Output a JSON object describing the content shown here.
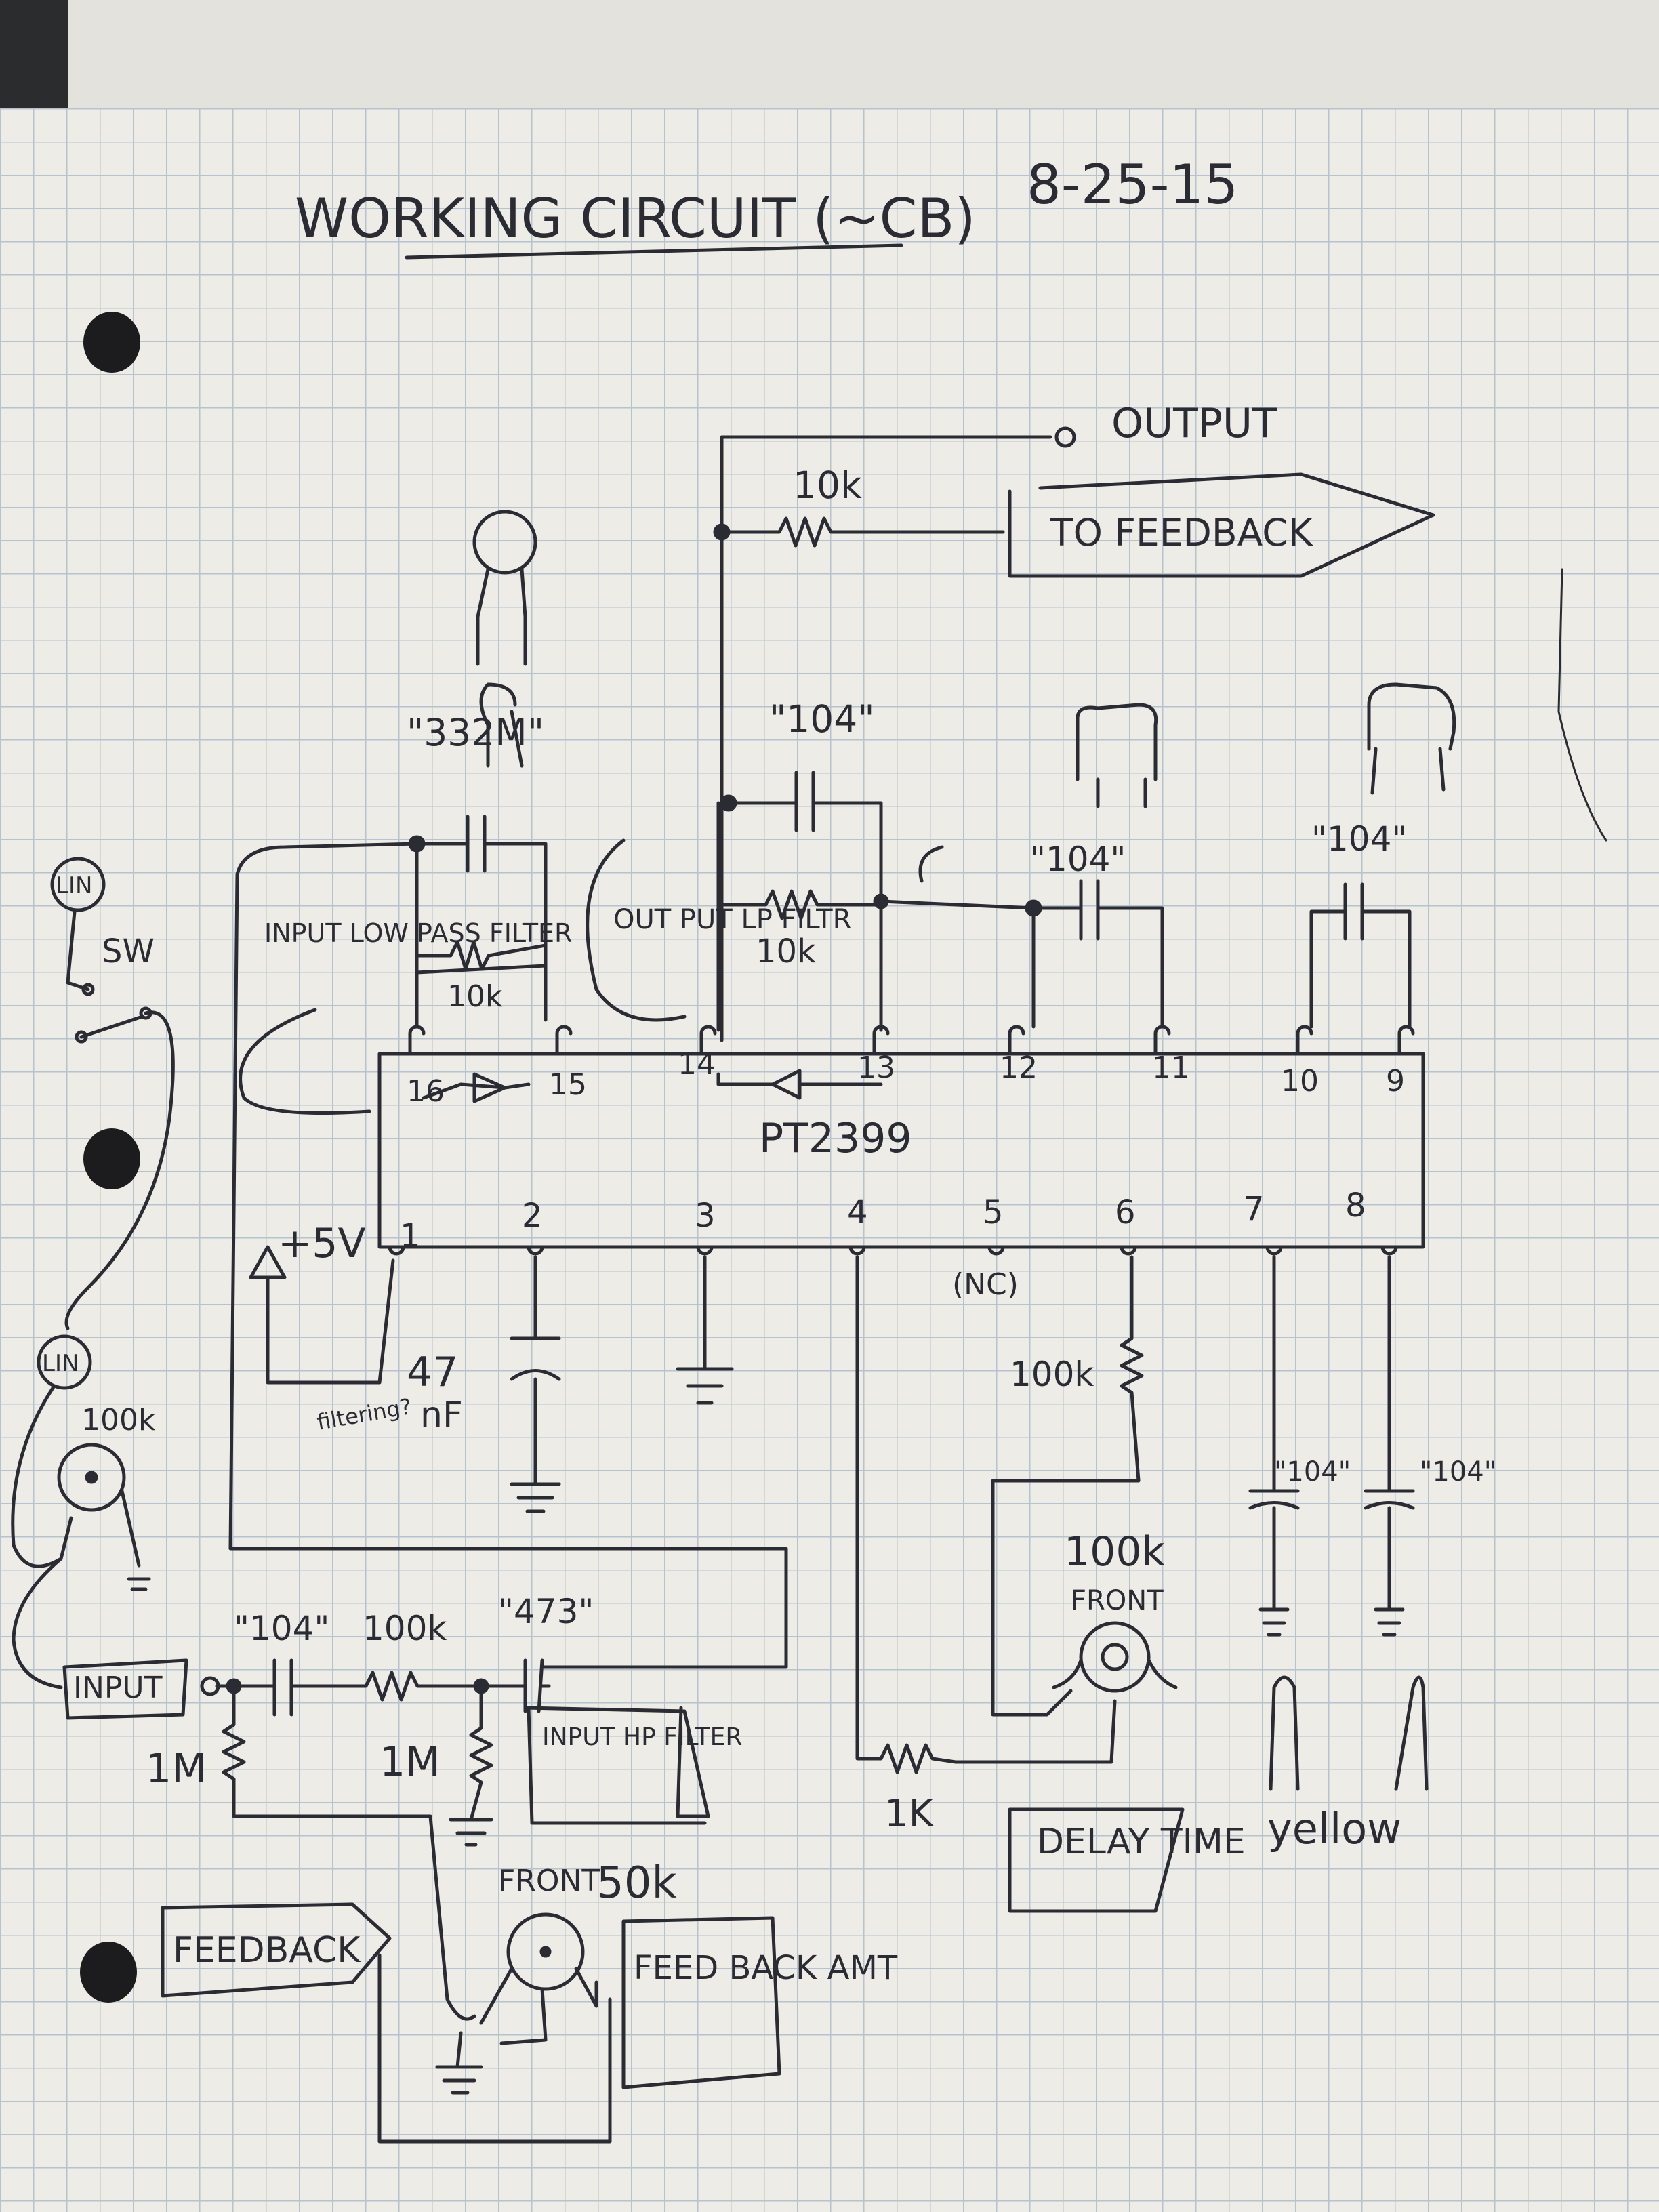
{
  "title": "WORKING CIRCUIT (~CB)",
  "date": "8-25-15",
  "ic": {
    "name": "PT2399",
    "top_pins": [
      "16",
      "15",
      "14",
      "13",
      "12",
      "11",
      "10",
      "9"
    ],
    "bottom_pins": [
      "1",
      "2",
      "3",
      "4",
      "5",
      "6",
      "7",
      "8"
    ],
    "pin5_note": "(NC)"
  },
  "labels": {
    "output": "OUTPUT",
    "to_feedback": "TO FEEDBACK",
    "out_res": "10k",
    "cap_332m": "\"332M\"",
    "cap_104_top": "\"104\"",
    "cap_104_12": "\"104\"",
    "cap_104_10": "\"104\"",
    "out_lp_filter": "OUT PUT LP FILTR",
    "out_lp_res": "10k",
    "in_lp_filter": "INPUT LOW PASS FILTER",
    "in_lp_res": "10k",
    "plus5v": "+5V",
    "cap_47": "47",
    "nf": "nF",
    "filtering": "filtering?",
    "res_100k_pin6": "100k",
    "pot_delay_value": "100k",
    "front_delay": "FRONT",
    "delay_time": "DELAY TIME",
    "res_1k": "1K",
    "cap_104_pin7": "\"104\"",
    "cap_104_pin8": "\"104\"",
    "yellow": "yellow",
    "in_pot_value": "100k",
    "lin_top": "LIN",
    "lin_mid": "LIN",
    "sw": "SW",
    "input": "INPUT",
    "cap_104_in": "\"104\"",
    "res_100k_in": "100k",
    "cap_473": "\"473\"",
    "res_1m_a": "1M",
    "res_1m_b": "1M",
    "in_hp_filter": "INPUT HP FILTER",
    "feedback": "FEEDBACK",
    "front_fb": "FRONT",
    "pot_fb_value": "50k",
    "feedback_amt": "FEED BACK AMT"
  },
  "colors": {
    "ink": "#2b2b33",
    "paper": "#eeece6",
    "grid": "#b7c2cf"
  }
}
